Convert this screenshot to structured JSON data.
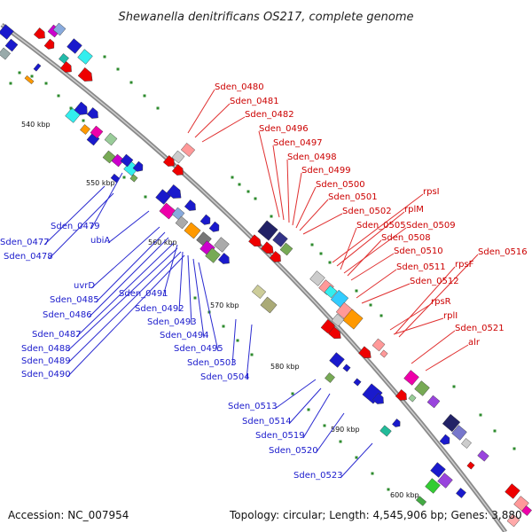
{
  "title": "Shewanella denitrificans OS217, complete genome",
  "accession_text": "Accession: NC_007954",
  "summary_text": "Topology: circular; Length: 4,545,906 bp; Genes: 3,880",
  "colors": {
    "backbone": "#8a8a8a",
    "top_labels": "#cc0000",
    "bottom_labels": "#1a1acc",
    "tick": "#2e8b2e"
  },
  "kbp_ticks": [
    "540 kbp",
    "550 kbp",
    "560 kbp",
    "570 kbp",
    "580 kbp",
    "590 kbp",
    "600 kbp"
  ],
  "top_labels": [
    "Sden_0480",
    "Sden_0481",
    "Sden_0482",
    "Sden_0496",
    "Sden_0497",
    "Sden_0498",
    "Sden_0499",
    "Sden_0500",
    "Sden_0501",
    "Sden_0502",
    "rpsI",
    "rplM",
    "Sden_0505",
    "Sden_0509",
    "Sden_0508",
    "Sden_0510",
    "Sden_0516",
    "rpsF",
    "Sden_0511",
    "Sden_0512",
    "rpsR",
    "rplI",
    "Sden_0521",
    "alr"
  ],
  "bottom_labels": [
    "Sden_0479",
    "Sden_0477",
    "ubiA",
    "Sden_0478",
    "uvrD",
    "Sden_0485",
    "Sden_0491",
    "Sden_0486",
    "Sden_0492",
    "Sden_0487",
    "Sden_0493",
    "Sden_0494",
    "Sden_0488",
    "Sden_0495",
    "Sden_0489",
    "Sden_0503",
    "Sden_0490",
    "Sden_0504",
    "Sden_0513",
    "Sden_0514",
    "Sden_0519",
    "Sden_0520",
    "Sden_0523"
  ]
}
